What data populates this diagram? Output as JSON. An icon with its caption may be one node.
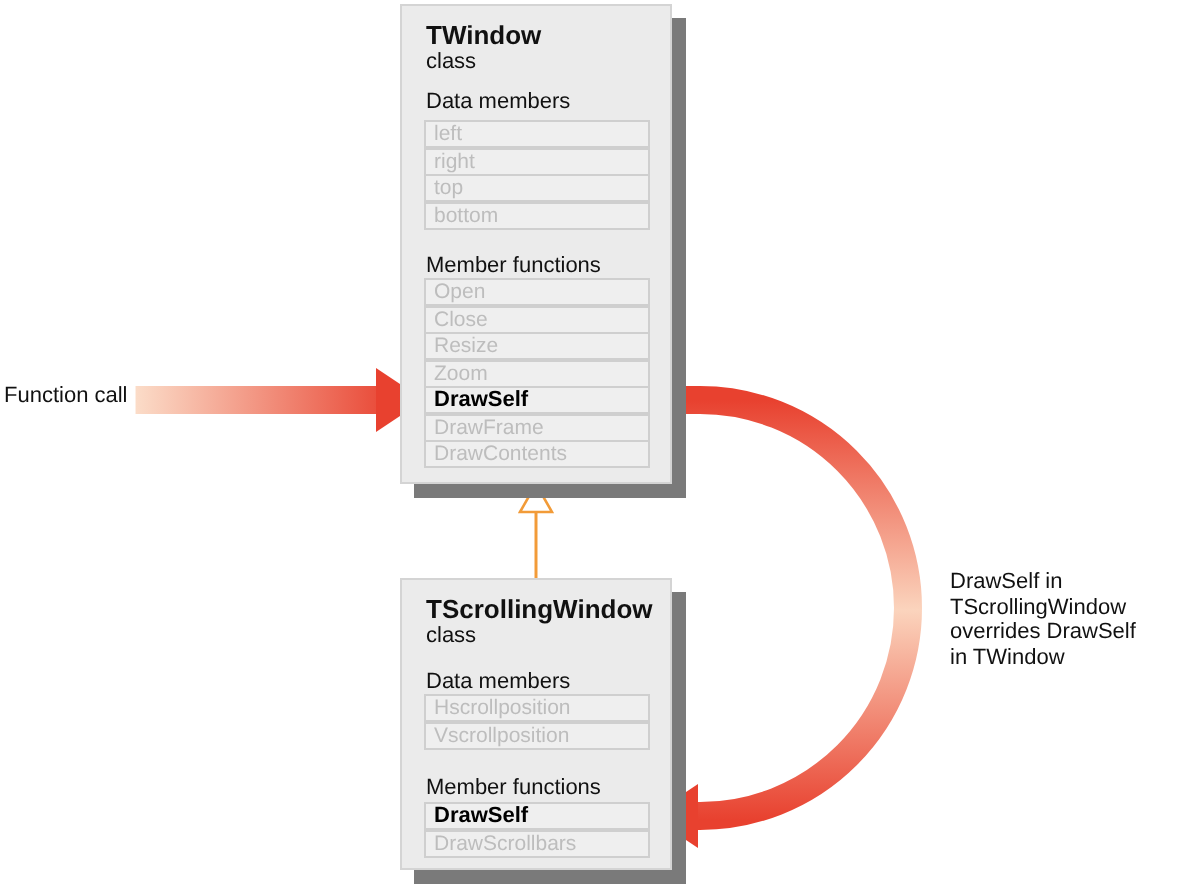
{
  "diagram": {
    "nodes": [
      {
        "text": [
          "TWindow",
          "class",
          "Data members",
          "Member functions"
        ]
      },
      {
        "text": [
          "left"
        ],
        "in": 0
      },
      {
        "text": [
          "right"
        ],
        "in": 0
      },
      {
        "text": [
          "top"
        ],
        "in": 0
      },
      {
        "text": [
          "bottom"
        ],
        "in": 0
      },
      {
        "text": [
          "Open"
        ],
        "in": 0
      },
      {
        "text": [
          "Close"
        ],
        "in": 0
      },
      {
        "text": [
          "Resize"
        ],
        "in": 0
      },
      {
        "text": [
          "Zoom"
        ],
        "in": 0
      },
      {
        "text": [
          "DrawSelf"
        ],
        "in": 0
      },
      {
        "text": [
          "DrawFrame"
        ],
        "in": 0
      },
      {
        "text": [
          "DrawContents"
        ],
        "in": 0
      },
      {
        "text": [
          "TScrollingWindow",
          "class",
          "Data members",
          "Member functions"
        ]
      },
      {
        "text": [
          "Hscrollposition"
        ],
        "in": 12
      },
      {
        "text": [
          "Vscrollposition"
        ],
        "in": 12
      },
      {
        "text": [
          "DrawSelf"
        ],
        "in": 12
      },
      {
        "text": [
          "DrawScrollbars"
        ],
        "in": 12
      },
      {
        "text": [
          "Function call"
        ]
      }
    ],
    "edges": [
      {
        "from": 17,
        "to": 9,
        "arrow": "to",
        "style": "thick"
      },
      {
        "from": 9,
        "to": 15,
        "arrow": "to",
        "style": "thick"
      },
      {
        "from": 12,
        "to": 0,
        "arrow": "to",
        "color": "#f29b38"
      }
    ],
    "labels": [
      "DrawSelf in TScrollingWindow overrides DrawSelf in TWindow"
    ]
  }
}
